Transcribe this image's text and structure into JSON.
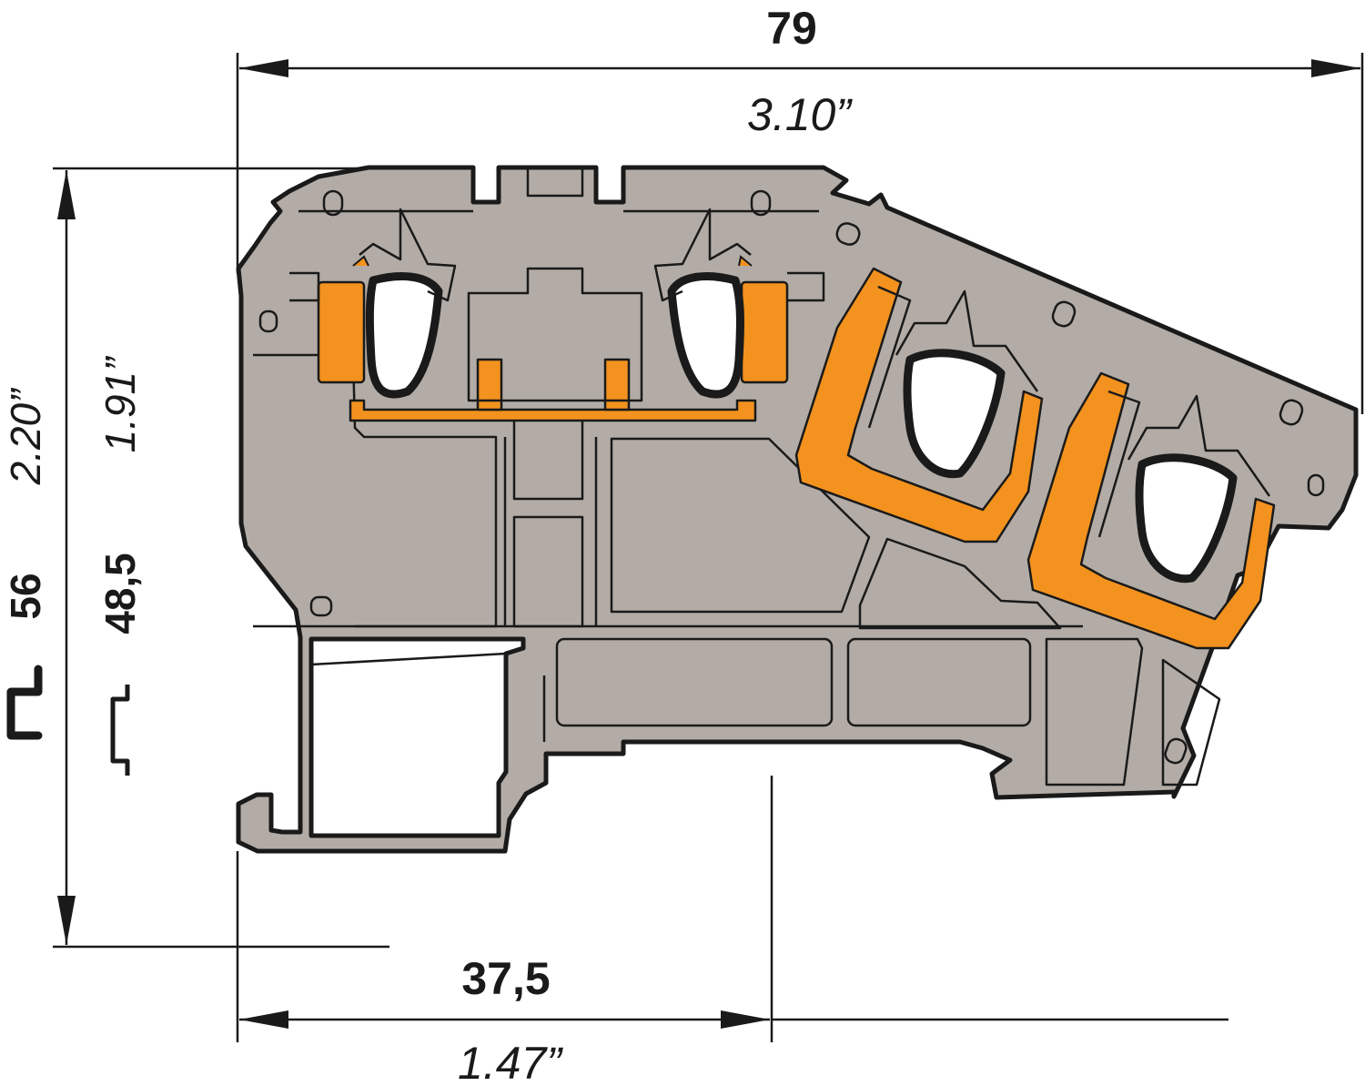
{
  "dimensions": {
    "width_mm": "79",
    "width_in": "3.10”",
    "height_mm": "56",
    "height_in": "2.20”",
    "height_rail_mm": "48,5",
    "height_rail_in": "1.91”",
    "half_mm": "37,5",
    "half_in": "1.47”"
  },
  "colors": {
    "housing": "#b3aca6",
    "contact": "#f3921e",
    "line": "#1a1a1a"
  }
}
